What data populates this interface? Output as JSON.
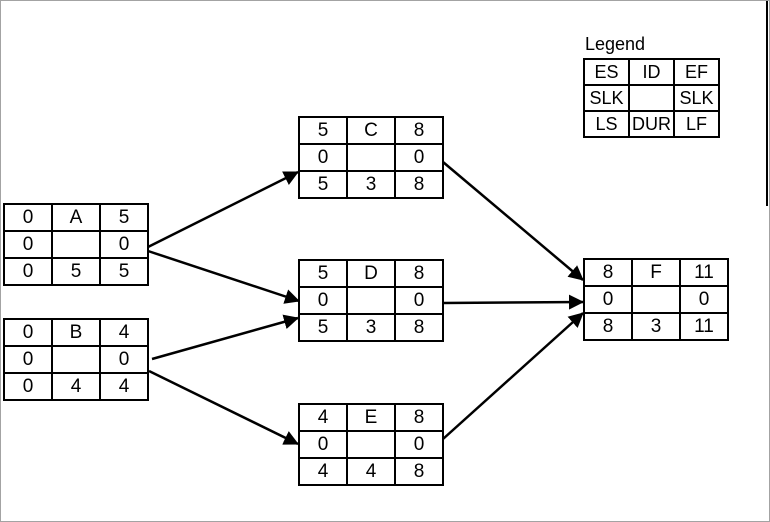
{
  "legend": {
    "title": "Legend",
    "rows": [
      [
        "ES",
        "ID",
        "EF"
      ],
      [
        "SLK",
        "",
        "SLK"
      ],
      [
        "LS",
        "DUR",
        "LF"
      ]
    ]
  },
  "nodes": [
    {
      "id": "A",
      "rows": [
        [
          "0",
          "A",
          "5"
        ],
        [
          "0",
          "",
          "0"
        ],
        [
          "0",
          "5",
          "5"
        ]
      ]
    },
    {
      "id": "B",
      "rows": [
        [
          "0",
          "B",
          "4"
        ],
        [
          "0",
          "",
          "0"
        ],
        [
          "0",
          "4",
          "4"
        ]
      ]
    },
    {
      "id": "C",
      "rows": [
        [
          "5",
          "C",
          "8"
        ],
        [
          "0",
          "",
          "0"
        ],
        [
          "5",
          "3",
          "8"
        ]
      ]
    },
    {
      "id": "D",
      "rows": [
        [
          "5",
          "D",
          "8"
        ],
        [
          "0",
          "",
          "0"
        ],
        [
          "5",
          "3",
          "8"
        ]
      ]
    },
    {
      "id": "E",
      "rows": [
        [
          "4",
          "E",
          "8"
        ],
        [
          "0",
          "",
          "0"
        ],
        [
          "4",
          "4",
          "8"
        ]
      ]
    },
    {
      "id": "F",
      "rows": [
        [
          "8",
          "F",
          "11"
        ],
        [
          "0",
          "",
          "0"
        ],
        [
          "8",
          "3",
          "11"
        ]
      ]
    }
  ],
  "edges": [
    {
      "from": "A",
      "to": "C"
    },
    {
      "from": "A",
      "to": "D"
    },
    {
      "from": "B",
      "to": "D"
    },
    {
      "from": "B",
      "to": "E"
    },
    {
      "from": "C",
      "to": "F"
    },
    {
      "from": "D",
      "to": "F"
    },
    {
      "from": "E",
      "to": "F"
    }
  ],
  "colors": {
    "line": "#000000",
    "background": "#ffffff",
    "frame": "#a3a3a3"
  }
}
